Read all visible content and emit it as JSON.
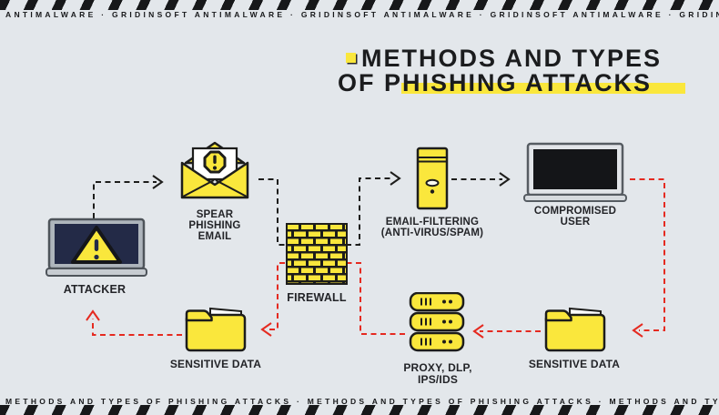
{
  "banner_top": {
    "text": "ANTIMALWARE · GRIDINSOFT ANTIMALWARE · GRIDINSOFT ANTIMALWARE · GRIDINSOFT ANTIMALWARE · GRIDINSOFT ANTIMALW"
  },
  "banner_bottom": {
    "text": "METHODS AND TYPES OF PHISHING ATTACKS · METHODS AND TYPES OF PHISHING ATTACKS · METHODS AND TYPES OF PHISHING ATTACKS · METHODS AND TYP"
  },
  "title": {
    "line1": "METHODS AND TYPES",
    "line2": "OF PHISHING ATTACKS"
  },
  "nodes": {
    "attacker": {
      "label": "ATTACKER",
      "icon": "laptop-warning-icon"
    },
    "spear_phishing_email": {
      "label_lines": [
        "SPEAR",
        "PHISHING",
        "EMAIL"
      ],
      "icon": "open-envelope-warning-icon"
    },
    "firewall": {
      "label": "FIREWALL",
      "icon": "brick-wall-icon"
    },
    "email_filtering": {
      "label_lines": [
        "EMAIL-FILTERING",
        "(ANTI-VIRUS/SPAM)"
      ],
      "icon": "server-tower-icon"
    },
    "compromised_user": {
      "label_lines": [
        "COMPROMISED",
        "USER"
      ],
      "icon": "laptop-icon"
    },
    "sensitive_data_left": {
      "label": "SENSITIVE DATA",
      "icon": "folder-icon"
    },
    "proxy_dlp": {
      "label_lines": [
        "PROXY, DLP,",
        "IPS/IDS"
      ],
      "icon": "server-stack-icon"
    },
    "sensitive_data_right": {
      "label": "SENSITIVE DATA",
      "icon": "folder-icon"
    }
  },
  "colors": {
    "background": "#e3e7eb",
    "accent_yellow": "#fae73c",
    "attack_red": "#e52a20",
    "line_black": "#1d1d1b",
    "screen_navy": "#232a47"
  }
}
